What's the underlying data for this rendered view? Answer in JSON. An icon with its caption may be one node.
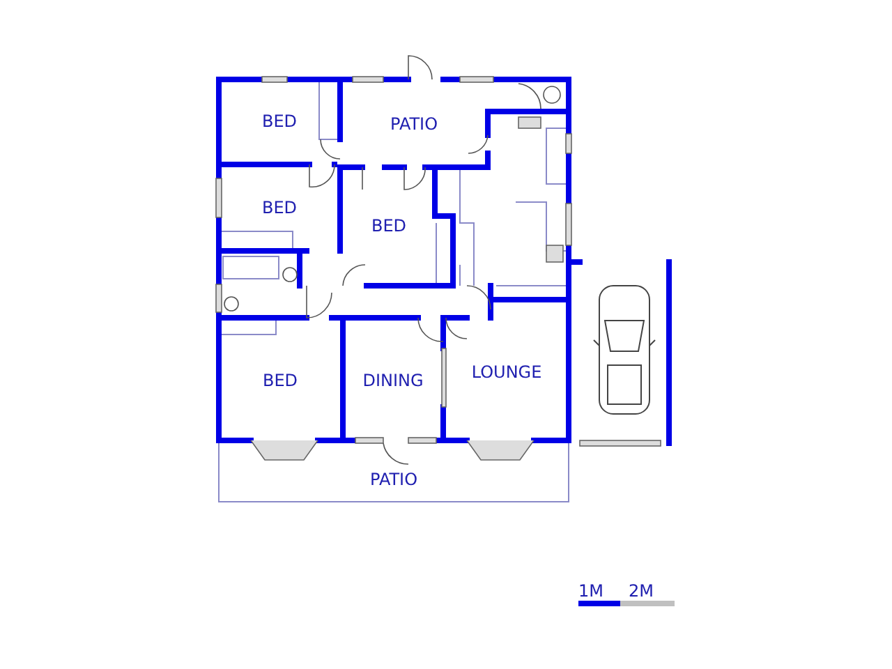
{
  "diagram": {
    "nodes": [
      {
        "text": [
          "BED"
        ]
      },
      {
        "text": [
          "PATIO"
        ]
      },
      {
        "text": [
          "BED"
        ]
      },
      {
        "text": [
          "BED"
        ]
      },
      {
        "text": [
          "BED"
        ]
      },
      {
        "text": [
          "DINING"
        ]
      },
      {
        "text": [
          "LOUNGE"
        ]
      },
      {
        "text": [
          "PATIO"
        ]
      }
    ],
    "edges": [],
    "labels": [
      "1M",
      "2M"
    ]
  }
}
